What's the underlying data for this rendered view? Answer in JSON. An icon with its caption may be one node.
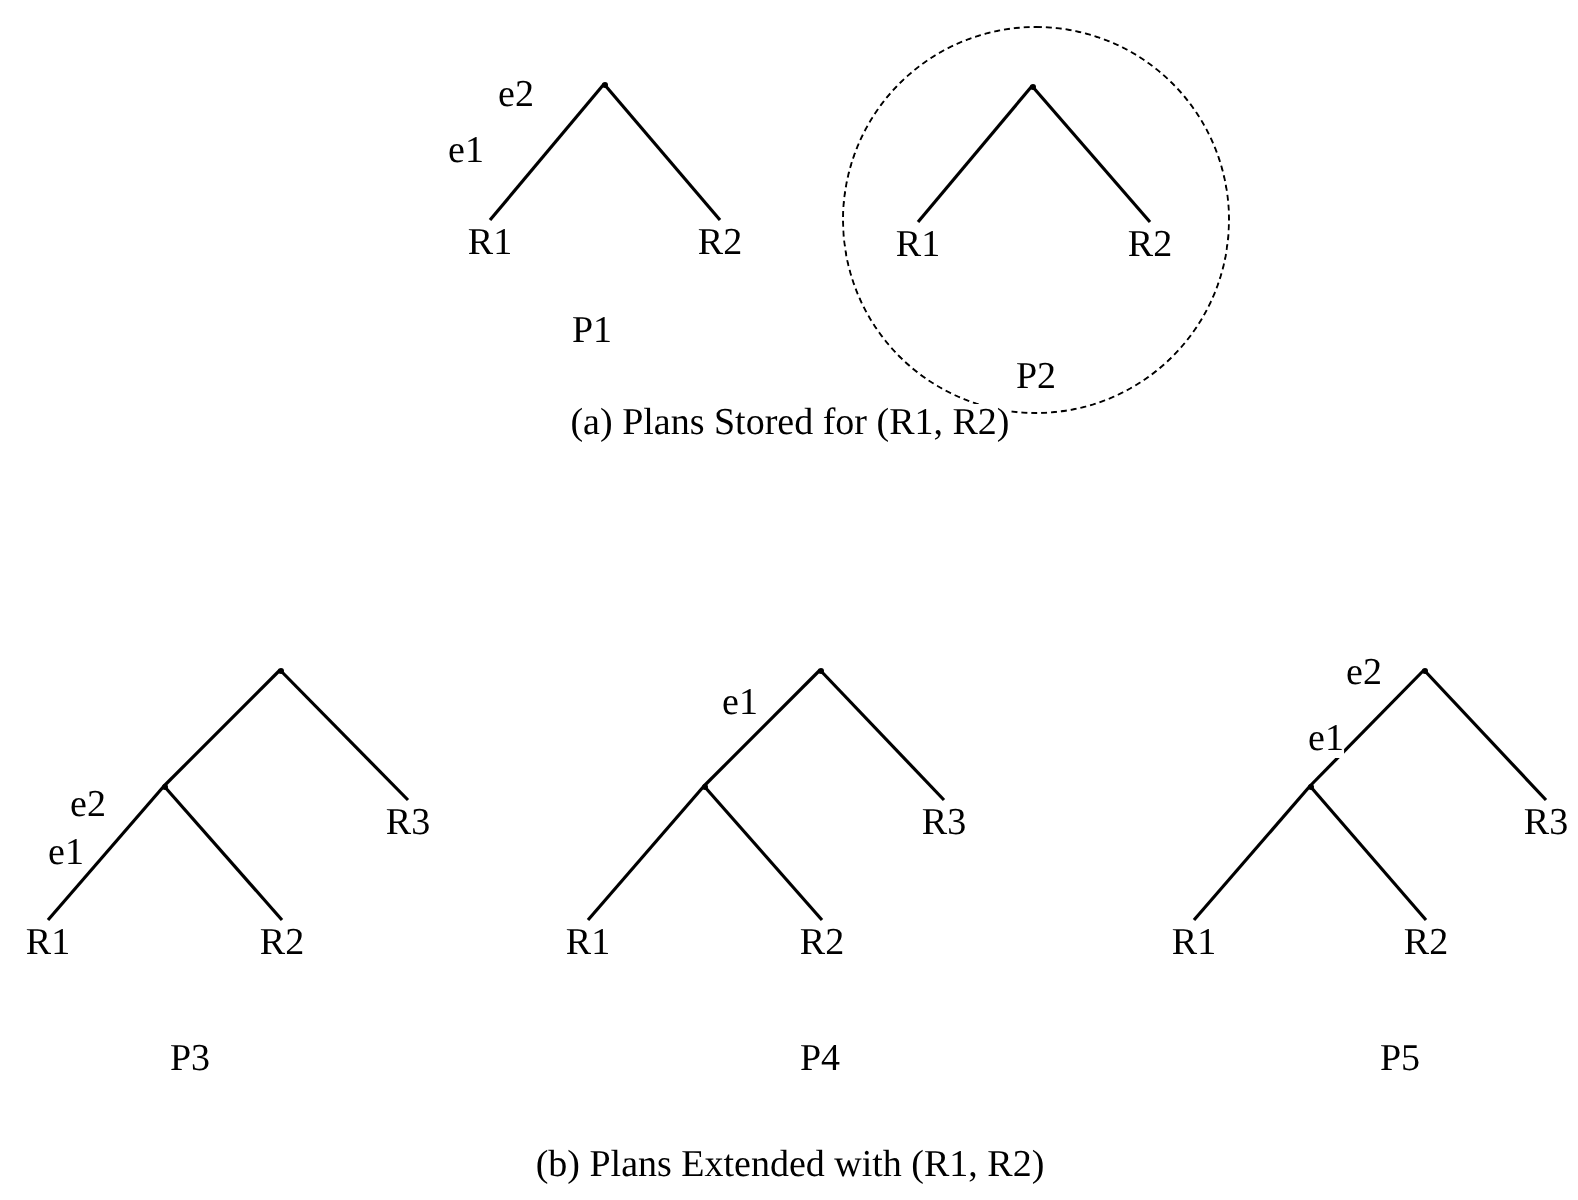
{
  "diagram": {
    "nodes": [
      {
        "text": [],
        "shape": "point"
      },
      {
        "text": [
          "R1"
        ]
      },
      {
        "text": [
          "R2"
        ]
      },
      {
        "text": [
          "P2"
        ]
      },
      {
        "text": [],
        "shape": "point",
        "in": 3
      },
      {
        "text": [
          "R1"
        ],
        "in": 3
      },
      {
        "text": [
          "R2"
        ],
        "in": 3
      },
      {
        "text": [],
        "shape": "point"
      },
      {
        "text": [],
        "shape": "point"
      },
      {
        "text": [
          "R1"
        ]
      },
      {
        "text": [
          "R2"
        ]
      },
      {
        "text": [
          "R3"
        ]
      },
      {
        "text": [],
        "shape": "point"
      },
      {
        "text": [],
        "shape": "point"
      },
      {
        "text": [
          "R1"
        ]
      },
      {
        "text": [
          "R2"
        ]
      },
      {
        "text": [
          "R3"
        ]
      },
      {
        "text": [],
        "shape": "point"
      },
      {
        "text": [],
        "shape": "point"
      },
      {
        "text": [
          "R1"
        ]
      },
      {
        "text": [
          "R2"
        ]
      },
      {
        "text": [
          "R3"
        ]
      }
    ],
    "edges": [
      {
        "from": 0,
        "to": 1,
        "arrow": "none"
      },
      {
        "from": 0,
        "to": 2,
        "arrow": "none"
      },
      {
        "from": 4,
        "to": 5,
        "arrow": "none"
      },
      {
        "from": 4,
        "to": 6,
        "arrow": "none"
      },
      {
        "from": 7,
        "to": 8,
        "arrow": "none"
      },
      {
        "from": 7,
        "to": 11,
        "arrow": "none"
      },
      {
        "from": 8,
        "to": 9,
        "arrow": "none"
      },
      {
        "from": 8,
        "to": 10,
        "arrow": "none"
      },
      {
        "from": 12,
        "to": 13,
        "arrow": "none"
      },
      {
        "from": 12,
        "to": 16,
        "arrow": "none"
      },
      {
        "from": 13,
        "to": 14,
        "arrow": "none"
      },
      {
        "from": 13,
        "to": 15,
        "arrow": "none"
      },
      {
        "from": 17,
        "to": 18,
        "arrow": "none"
      },
      {
        "from": 17,
        "to": 21,
        "arrow": "none"
      },
      {
        "from": 18,
        "to": 19,
        "arrow": "none"
      },
      {
        "from": 18,
        "to": 20,
        "arrow": "none"
      }
    ],
    "labels": [
      "e2",
      "e1",
      "P1",
      "(a) Plans Stored for (R1, R2)",
      "e2",
      "e1",
      "e1",
      "e2",
      "e1",
      "P3",
      "P4",
      "P5",
      "(b) Plans Extended with (R1, R2)"
    ]
  }
}
